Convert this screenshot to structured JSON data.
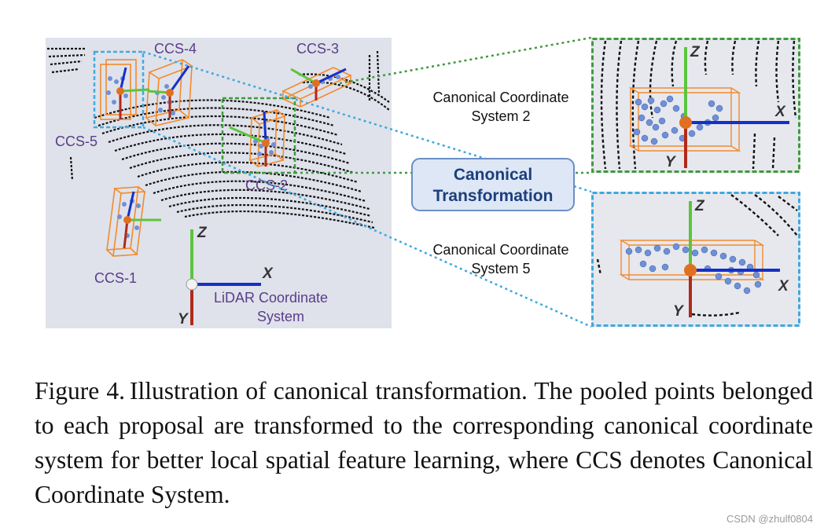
{
  "figure": {
    "main_scene": {
      "ccs_labels": [
        "CCS-4",
        "CCS-3",
        "CCS-5",
        "CCS-2",
        "CCS-1"
      ],
      "axis_labels": {
        "z": "Z",
        "x": "X",
        "y": "Y"
      },
      "lidar_label_line1": "LiDAR Coordinate",
      "lidar_label_line2": "System"
    },
    "transform_box": {
      "line1": "Canonical",
      "line2": "Transformation"
    },
    "inset_top": {
      "label_line1": "Canonical Coordinate",
      "label_line2": "System 2",
      "axis_labels": {
        "z": "Z",
        "x": "X",
        "y": "Y"
      }
    },
    "inset_bottom": {
      "label_line1": "Canonical Coordinate",
      "label_line2": "System 5",
      "axis_labels": {
        "z": "Z",
        "x": "X",
        "y": "Y"
      }
    },
    "colors": {
      "ccs_text": "#5a3d8a",
      "box_orange": "#f28a2e",
      "axis_green": "#5cc43c",
      "axis_blue": "#1530c8",
      "axis_red": "#b02a1a",
      "inset_green_border": "#3f9a3f",
      "inset_blue_border": "#3ea8e0",
      "transform_text": "#1d3f7a"
    }
  },
  "caption": {
    "figure_number": "Figure 4.",
    "text": "Illustration of canonical transformation.  The pooled points belonged to each proposal are transformed to the corresponding canonical coordinate system for better local spatial feature learning, where CCS denotes Canonical Coordinate System."
  },
  "watermark": "CSDN @zhulf0804"
}
